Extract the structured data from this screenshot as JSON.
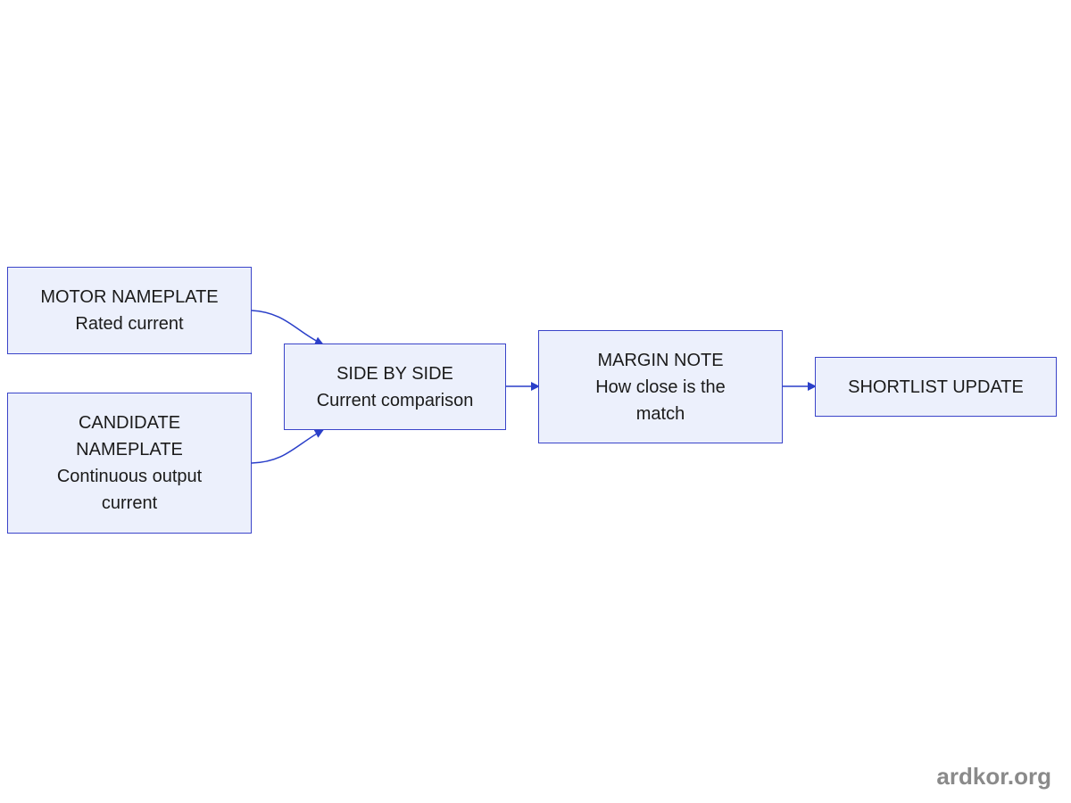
{
  "colors": {
    "node_fill": "#ecf0fc",
    "node_border": "#3a44c9",
    "edge": "#2a3fc9",
    "text": "#1b1b1b",
    "watermark": "#8a8a8a"
  },
  "nodes": {
    "motor_nameplate": {
      "line1": "MOTOR NAMEPLATE",
      "line2": "Rated current"
    },
    "candidate_nameplate": {
      "line1": "CANDIDATE",
      "line2": "NAMEPLATE",
      "line3": "Continuous output",
      "line4": "current"
    },
    "side_by_side": {
      "line1": "SIDE BY SIDE",
      "line2": "Current comparison"
    },
    "margin_note": {
      "line1": "MARGIN NOTE",
      "line2": "How close is the",
      "line3": "match"
    },
    "shortlist_update": {
      "line1": "SHORTLIST UPDATE"
    }
  },
  "edges": [
    {
      "from": "motor_nameplate",
      "to": "side_by_side"
    },
    {
      "from": "candidate_nameplate",
      "to": "side_by_side"
    },
    {
      "from": "side_by_side",
      "to": "margin_note"
    },
    {
      "from": "margin_note",
      "to": "shortlist_update"
    }
  ],
  "watermark": "ardkor.org"
}
